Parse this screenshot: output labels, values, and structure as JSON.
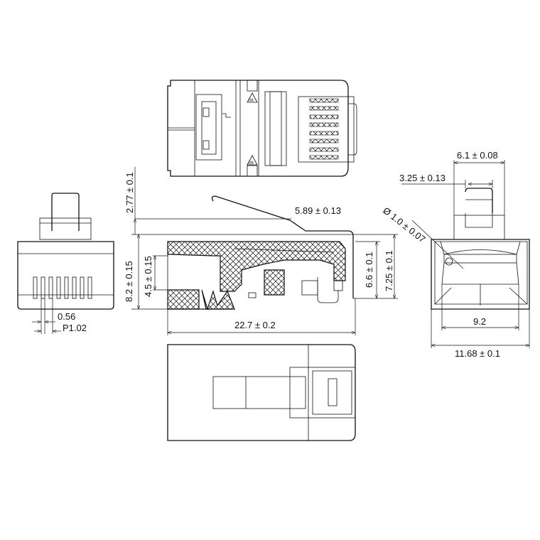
{
  "drawing": {
    "dimensions": {
      "latch_height": "2.77 ± 0.1",
      "latch_length": "5.89 ± 0.13",
      "total_height": "8.2 ± 0.15",
      "cable_entry": "4.5 ± 0.15",
      "body_height": "6.6 ± 0.1",
      "height_with_latch": "7.25 ± 0.1",
      "length": "22.7 ± 0.2",
      "contact_width": "0.56",
      "pitch": "P1.02",
      "latch_base_width": "6.1 ± 0.08",
      "latch_width": "3.25 ± 0.13",
      "hole_diameter": "Ø 1.0 ± 0.07",
      "inner_width": "9.2",
      "outer_width": "11.68 ± 0.1"
    },
    "marks": {
      "triangle_label": "06"
    },
    "colors": {
      "line": "#111111",
      "background": "#ffffff"
    }
  }
}
